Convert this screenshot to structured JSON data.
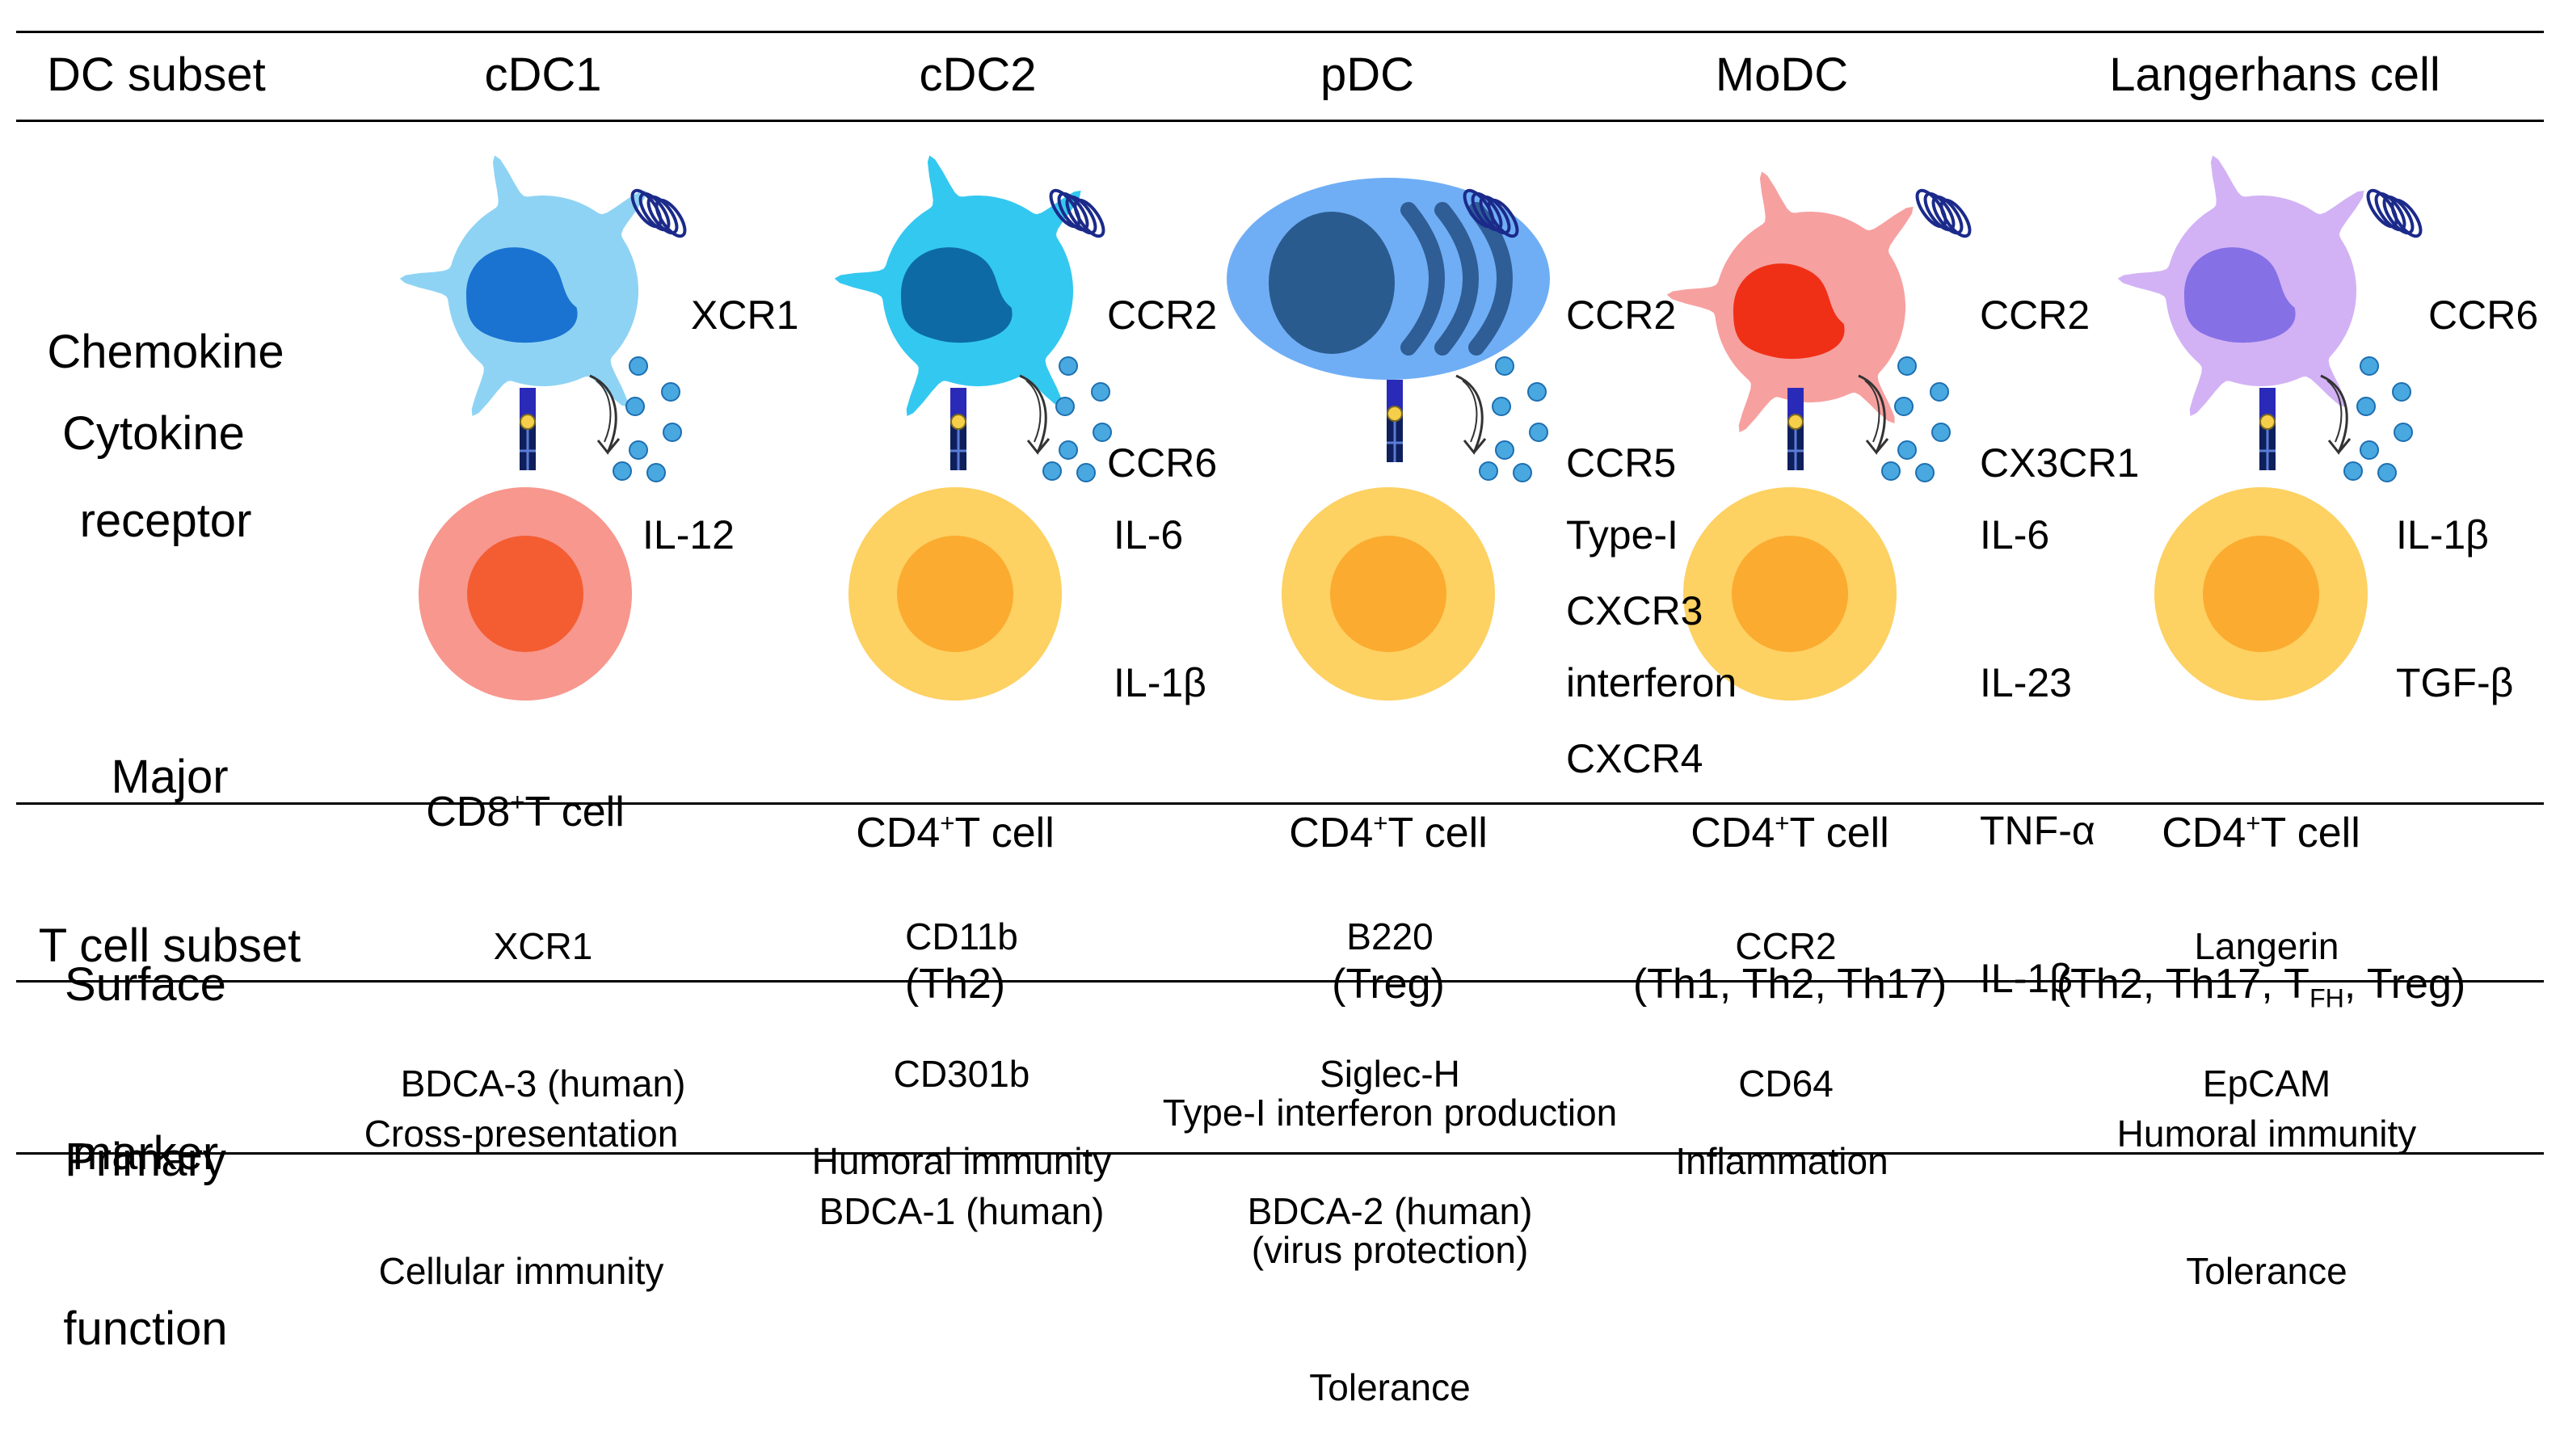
{
  "header": {
    "first": "DC subset",
    "subsets": [
      "cDC1",
      "cDC2",
      "pDC",
      "MoDC",
      "Langerhans cell"
    ]
  },
  "row_labels": {
    "chemokine": [
      "Chemokine",
      "receptor"
    ],
    "cytokine": "Cytokine",
    "tcell": [
      "Major",
      "T cell subset"
    ],
    "surface": [
      "Surface",
      "marker"
    ],
    "function": [
      "Primary",
      "function"
    ]
  },
  "columns": [
    {
      "subset": "cDC1",
      "receptors": [
        "XCR1"
      ],
      "cytokines": [
        "IL-12"
      ],
      "tcell": {
        "pre": "CD8",
        "sup": "+",
        "post": "T cell",
        "detail": ""
      },
      "surface": [
        "XCR1",
        "BDCA-3 (human)"
      ],
      "function": [
        "Cross-presentation",
        "Cellular immunity"
      ],
      "colors": {
        "dc": "#8fd3f4",
        "nucleus": "#1a73d1",
        "tcell": "#f7978e",
        "tnucleus": "#f45d32"
      }
    },
    {
      "subset": "cDC2",
      "receptors": [
        "CCR2",
        "CCR6"
      ],
      "cytokines": [
        "IL-6",
        "IL-1β"
      ],
      "tcell": {
        "pre": "CD4",
        "sup": "+",
        "post": "T cell",
        "detail": "(Th2)"
      },
      "surface": [
        "CD11b",
        "CD301b",
        "BDCA-1 (human)"
      ],
      "function": [
        "Humoral immunity"
      ],
      "colors": {
        "dc": "#33c8f0",
        "nucleus": "#0d6aa5",
        "tcell": "#fdd162",
        "tnucleus": "#fbab2f"
      }
    },
    {
      "subset": "pDC",
      "receptors": [
        "CCR2",
        "CCR5",
        "CXCR3",
        "CXCR4"
      ],
      "cytokines": [
        "Type-I",
        "interferon"
      ],
      "tcell": {
        "pre": "CD4",
        "sup": "+",
        "post": "T cell",
        "detail": "(Treg)"
      },
      "surface": [
        "B220",
        "Siglec-H",
        "BDCA-2 (human)"
      ],
      "function": [
        "Type-I interferon production",
        "(virus protection)",
        "Tolerance"
      ],
      "colors": {
        "dc": "#6faef5",
        "nucleus": "#2a5b8f",
        "tcell": "#fdd162",
        "tnucleus": "#fbab2f"
      }
    },
    {
      "subset": "MoDC",
      "receptors": [
        "CCR2",
        "CX3CR1"
      ],
      "cytokines": [
        "IL-6",
        "IL-23",
        "TNF-α",
        "IL-1β"
      ],
      "tcell": {
        "pre": "CD4",
        "sup": "+",
        "post": "T cell",
        "detail": "(Th1, Th2, Th17)"
      },
      "surface": [
        "CCR2",
        "CD64"
      ],
      "function": [
        "Inflammation"
      ],
      "colors": {
        "dc": "#f7a0a0",
        "nucleus": "#f03016",
        "tcell": "#fdd162",
        "tnucleus": "#fbab2f"
      }
    },
    {
      "subset": "Langerhans cell",
      "receptors": [
        "CCR6"
      ],
      "cytokines": [
        "IL-1β",
        "TGF-β"
      ],
      "tcell": {
        "pre": "CD4",
        "sup": "+",
        "post": "T cell",
        "detail_pre": "(Th2, Th17, T",
        "detail_sub": "FH",
        "detail_post": ", Treg)"
      },
      "surface": [
        "Langerin",
        "EpCAM"
      ],
      "function": [
        "Humoral immunity",
        "Tolerance"
      ],
      "colors": {
        "dc": "#d2b2f5",
        "nucleus": "#8670e6",
        "tcell": "#fdd162",
        "tnucleus": "#fbab2f"
      }
    }
  ]
}
